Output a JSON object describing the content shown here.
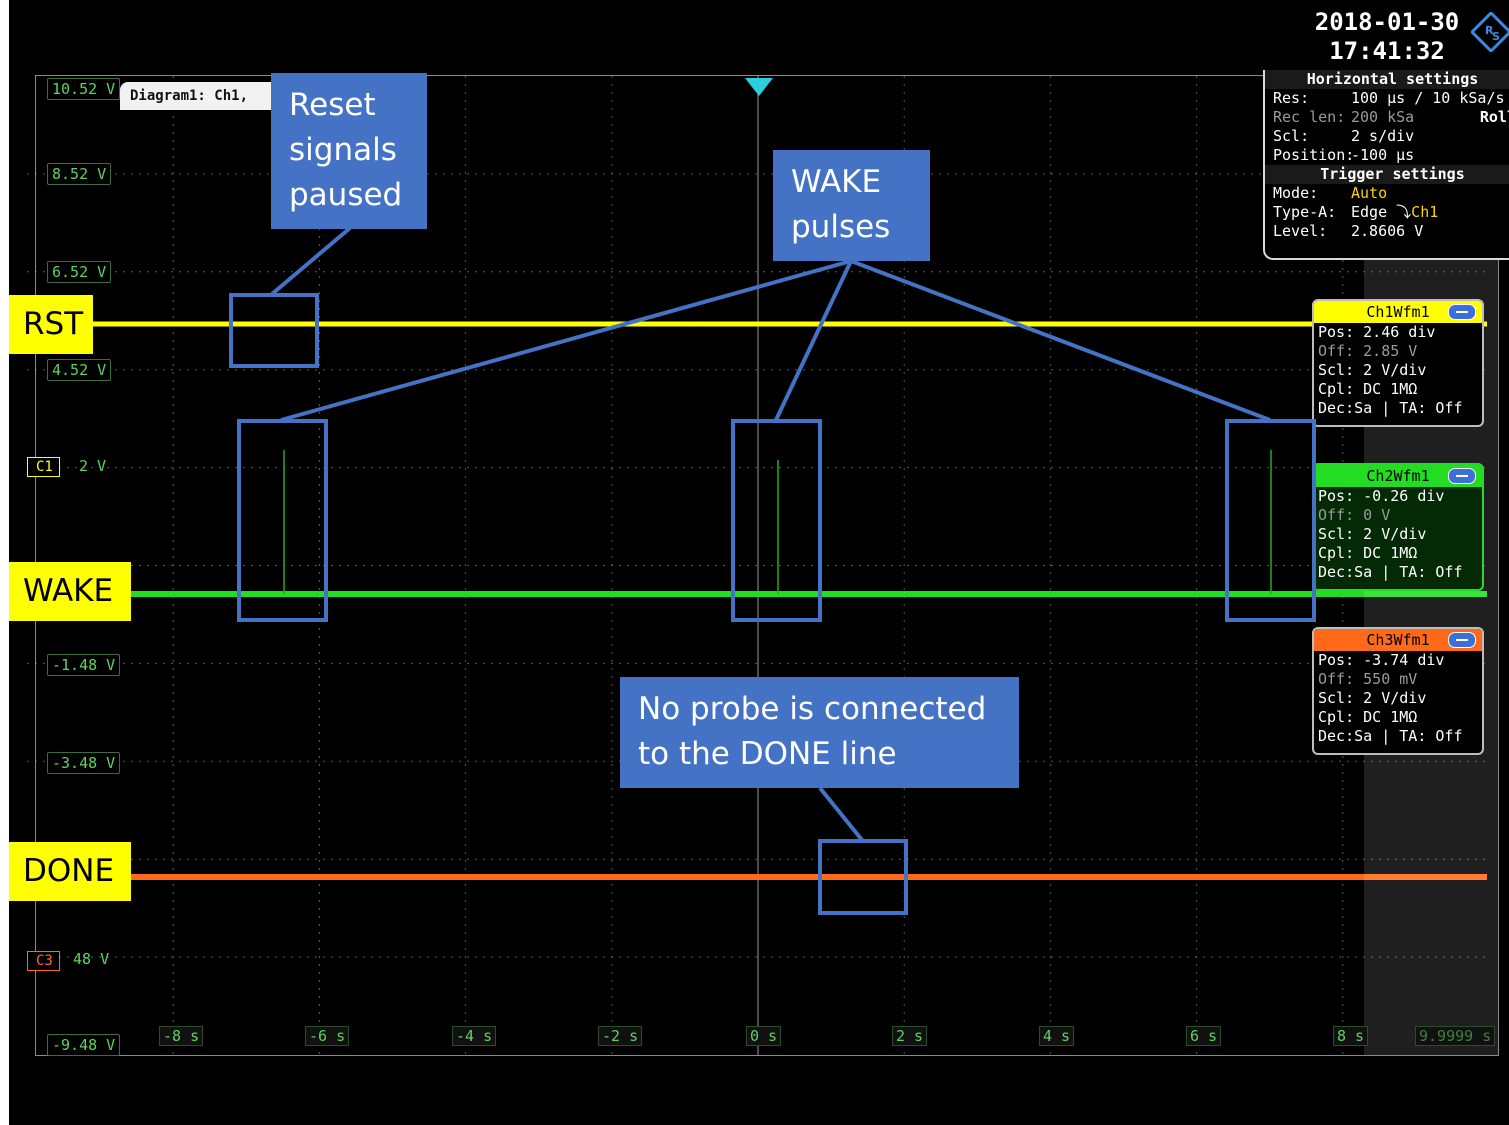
{
  "datetime": {
    "date": "2018-01-30",
    "time": "17:41:32"
  },
  "logo_icon": "rohde-schwarz-logo-icon",
  "diagram_tab": "Diagram1: Ch1,",
  "y_axis_labels": [
    "10.52 V",
    "8.52 V",
    "6.52 V",
    "4.52 V",
    "2 V",
    "-1.48 V",
    "-3.48 V",
    "48 V",
    "-9.48 V"
  ],
  "x_axis_labels": [
    "-8 s",
    "-6 s",
    "-4 s",
    "-2 s",
    "0 s",
    "2 s",
    "4 s",
    "6 s",
    "8 s"
  ],
  "x_axis_end_label": "9.9999 s",
  "channel_markers": {
    "c1": "C1",
    "c3": "C3"
  },
  "horizontal_settings": {
    "title": "Horizontal settings",
    "res_label": "Res:",
    "res_value": "100 µs / 10 kSa/s",
    "reclen_label": "Rec len:",
    "reclen_value": "200 kSa",
    "mode_badge": "Roll",
    "scl_label": "Scl:",
    "scl_value": "2 s/div",
    "position_label": "Position:",
    "position_value": "-100 µs"
  },
  "trigger_settings": {
    "title": "Trigger settings",
    "mode_label": "Mode:",
    "mode_value": "Auto",
    "type_label": "Type-A:",
    "type_value": "Edge",
    "type_source": "Ch1",
    "level_label": "Level:",
    "level_value": "2.8606 V"
  },
  "channels": [
    {
      "title": "Ch1Wfm1",
      "pos": "Pos: 2.46 div",
      "off": "Off: 2.85 V",
      "scl": "Scl: 2 V/div",
      "cpl": "Cpl: DC 1MΩ",
      "dec": "Dec:Sa | TA: Off",
      "color": "#ffff00"
    },
    {
      "title": "Ch2Wfm1",
      "pos": "Pos: -0.26 div",
      "off": "Off: 0 V",
      "scl": "Scl: 2 V/div",
      "cpl": "Cpl: DC 1MΩ",
      "dec": "Dec:Sa | TA: Off",
      "color": "#22dd22"
    },
    {
      "title": "Ch3Wfm1",
      "pos": "Pos: -3.74 div",
      "off": "Off: 550 mV",
      "scl": "Scl: 2 V/div",
      "cpl": "Cpl: DC 1MΩ",
      "dec": "Dec:Sa | TA: Off",
      "color": "#ff6a1a"
    }
  ],
  "signal_tags": {
    "rst": "RST",
    "wake": "WAKE",
    "done": "DONE"
  },
  "annotations": {
    "reset": [
      "Reset",
      "signals",
      "paused"
    ],
    "wake": [
      "WAKE",
      "pulses"
    ],
    "done": [
      "No probe is connected",
      "to the DONE line"
    ]
  },
  "colors": {
    "ch1": "#ffff00",
    "ch2": "#22dd22",
    "ch3": "#ff6a1a",
    "annotation_blue": "#4472c4",
    "tag_yellow": "#ffff00",
    "grid": "#7f7f7f"
  }
}
